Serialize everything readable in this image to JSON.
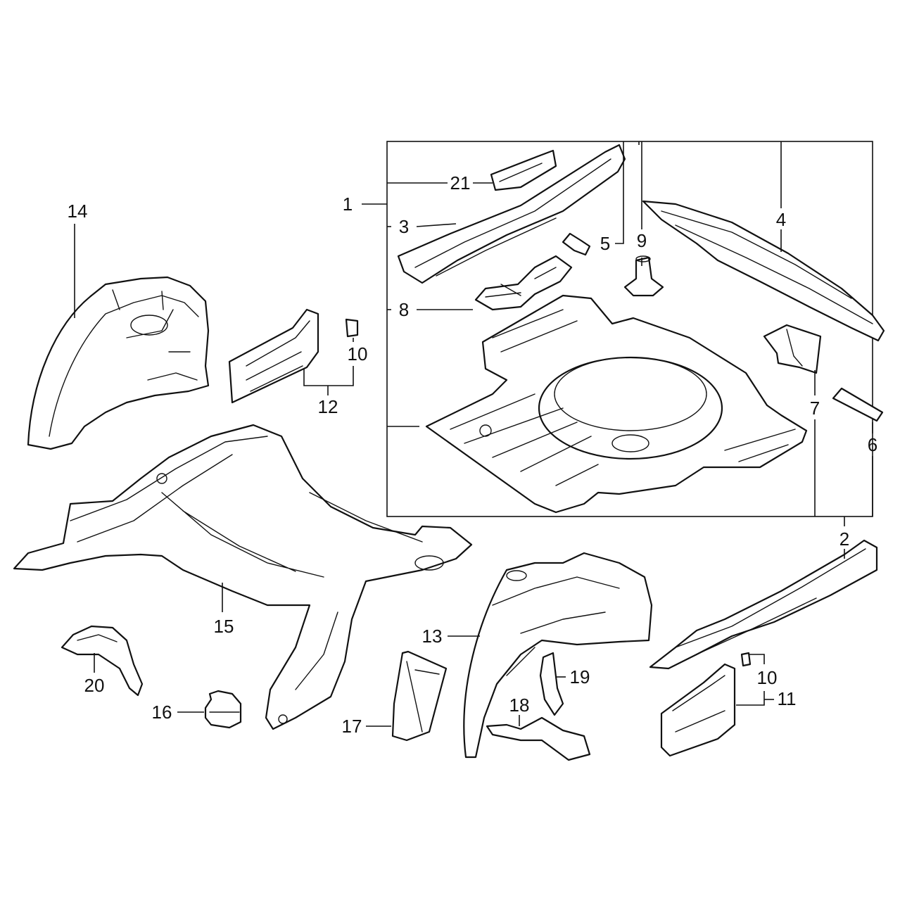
{
  "diagram": {
    "callouts": [
      "1",
      "2",
      "3",
      "4",
      "5",
      "6",
      "7",
      "8",
      "9",
      "10",
      "10",
      "11",
      "12",
      "13",
      "14",
      "15",
      "16",
      "17",
      "18",
      "19",
      "20",
      "21"
    ]
  }
}
